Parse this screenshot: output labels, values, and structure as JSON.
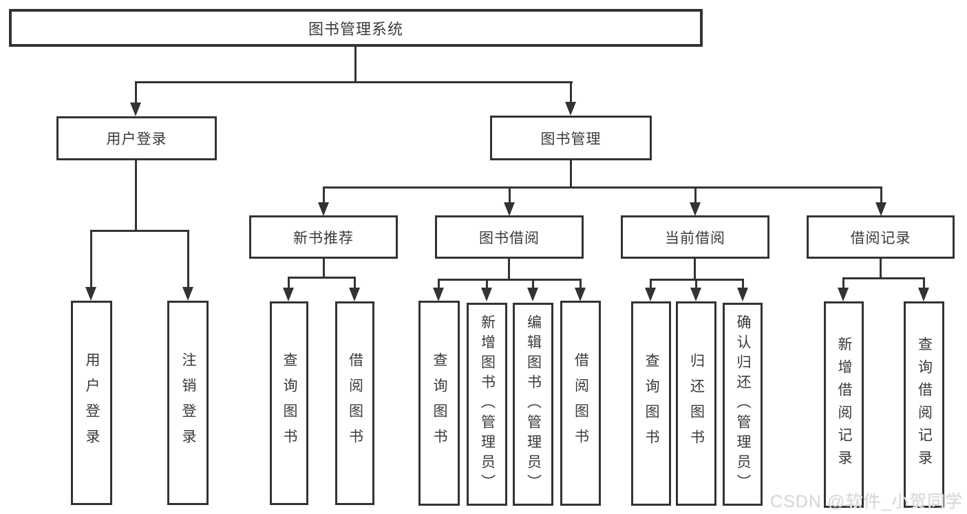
{
  "diagram": {
    "root": {
      "label": "图书管理系统"
    },
    "modules": [
      {
        "label": "用户登录",
        "features": [
          {
            "label": "用户登录"
          },
          {
            "label": "注销登录"
          }
        ]
      },
      {
        "label": "图书管理",
        "submodules": [
          {
            "label": "新书推荐",
            "features": [
              {
                "label": "查询图书"
              },
              {
                "label": "借阅图书"
              }
            ]
          },
          {
            "label": "图书借阅",
            "features": [
              {
                "label": "查询图书"
              },
              {
                "label": "新增图书（管理员）"
              },
              {
                "label": "编辑图书（管理员）"
              },
              {
                "label": "借阅图书"
              }
            ]
          },
          {
            "label": "当前借阅",
            "features": [
              {
                "label": "查询图书"
              },
              {
                "label": "归还图书"
              },
              {
                "label": "确认归还（管理员）"
              }
            ]
          },
          {
            "label": "借阅记录",
            "features": [
              {
                "label": "新增借阅记录"
              },
              {
                "label": "查询借阅记录"
              }
            ]
          }
        ]
      }
    ]
  },
  "watermark": {
    "text": "CSDN @软件_小贺同学"
  }
}
